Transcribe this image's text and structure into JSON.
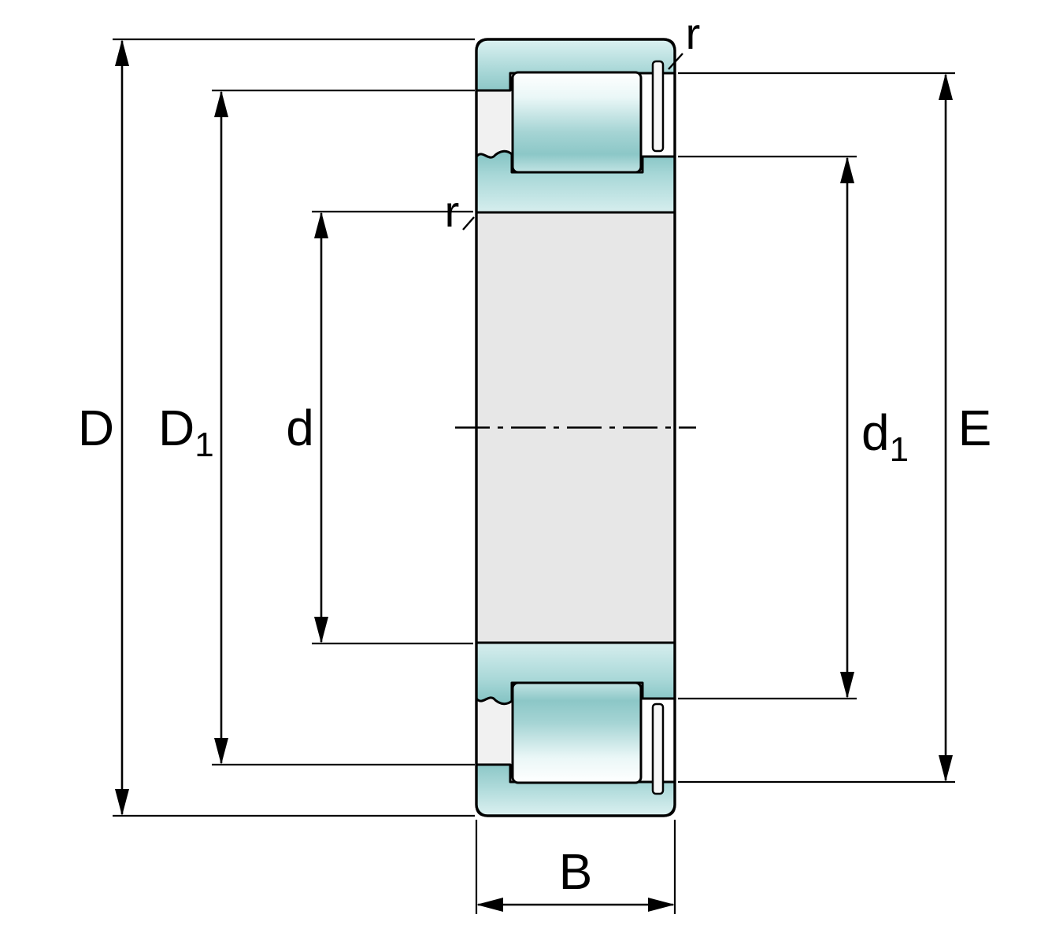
{
  "title": "Cylindrical roller bearing cross-section dimension drawing",
  "diagram": {
    "type": "engineering-section-drawing",
    "labels": {
      "D": "D",
      "D1main": "D",
      "D1sub": "1",
      "d": "d",
      "d1main": "d",
      "d1sub": "1",
      "E": "E",
      "B": "B",
      "rTop": "r",
      "rInner": "r"
    },
    "colors": {
      "ring_teal_light": "#d9efef",
      "ring_teal": "#a9d8d8",
      "ring_teal_dark": "#82c2c2",
      "roller_teal": "#8cc7c7",
      "bore_gray": "#e7e7e7",
      "land_gray": "#f1f1f1",
      "outline_black": "#000000",
      "background": "#ffffff"
    }
  }
}
